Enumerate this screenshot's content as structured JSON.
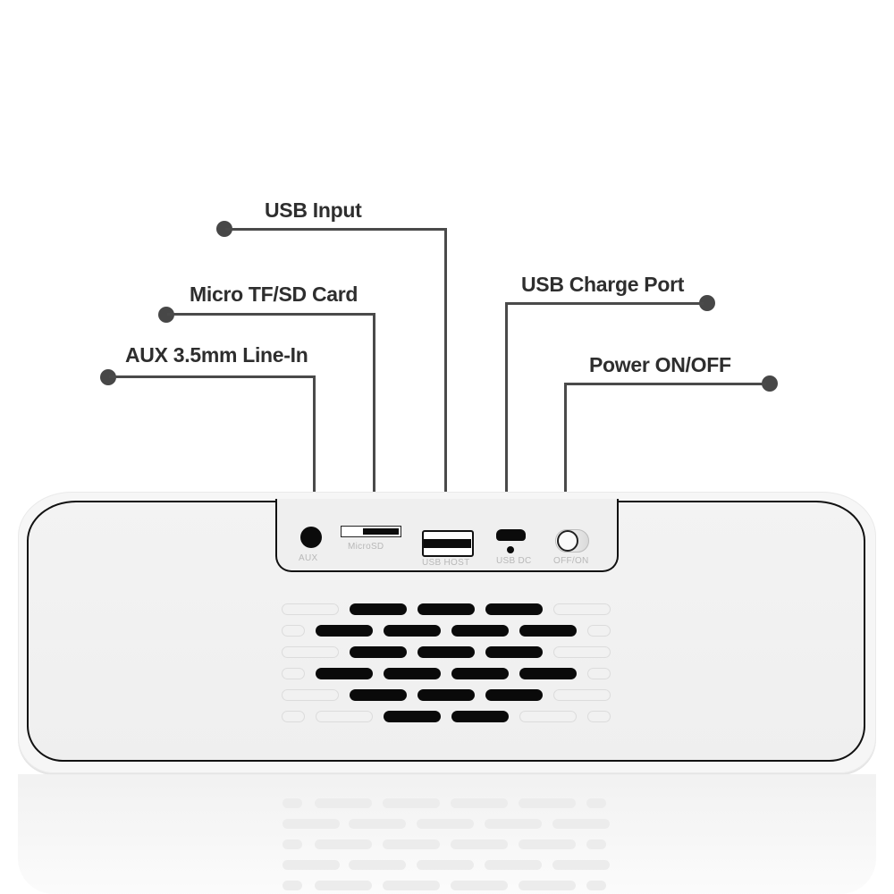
{
  "callouts": [
    {
      "id": "usb-input",
      "label": "USB Input"
    },
    {
      "id": "micro-sd",
      "label": "Micro TF/SD Card"
    },
    {
      "id": "aux",
      "label": "AUX 3.5mm Line-In"
    },
    {
      "id": "usb-charge",
      "label": "USB Charge Port"
    },
    {
      "id": "power",
      "label": "Power ON/OFF"
    }
  ],
  "ports": [
    {
      "id": "aux",
      "label": "AUX",
      "icon": "audio-jack-icon"
    },
    {
      "id": "microsd",
      "label": "MicroSD",
      "icon": "sd-card-slot-icon"
    },
    {
      "id": "usb-host",
      "label": "USB HOST",
      "icon": "usb-a-port-icon"
    },
    {
      "id": "usb-dc",
      "label": "USB DC",
      "icon": "micro-usb-port-icon"
    },
    {
      "id": "power",
      "label": "OFF/ON",
      "icon": "power-switch-icon"
    }
  ],
  "colors": {
    "line": "#4a4a4a",
    "dot": "#474747",
    "text": "#2e2e2e",
    "body": "#f3f3f3",
    "outline": "#111111",
    "grille": "#0a0a0a"
  }
}
